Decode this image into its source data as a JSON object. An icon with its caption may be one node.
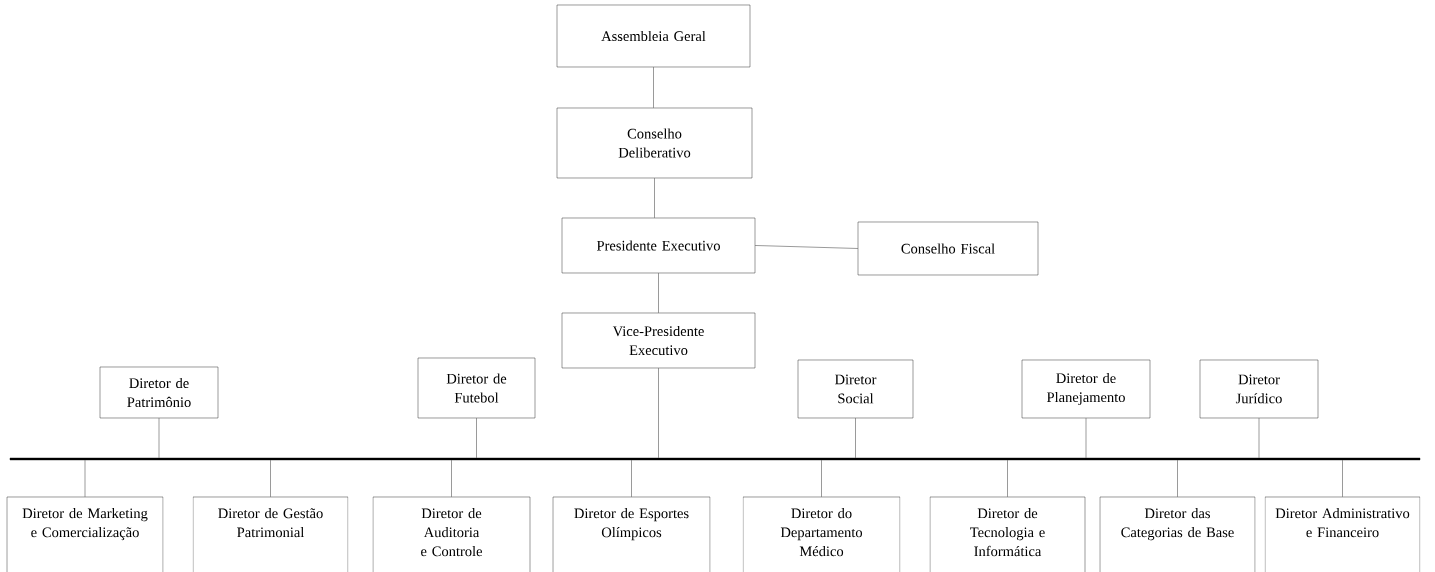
{
  "diagram": {
    "nodes": [
      {
        "text": [
          "Assembleia Geral"
        ]
      },
      {
        "text": [
          "Conselho Deliberativo"
        ]
      },
      {
        "text": [
          "Presidente Executivo"
        ]
      },
      {
        "text": [
          "Conselho Fiscal"
        ]
      },
      {
        "text": [
          "Vice-Presidente Executivo"
        ]
      },
      {
        "text": [
          "Diretor de Patrimônio"
        ]
      },
      {
        "text": [
          "Diretor de Futebol"
        ]
      },
      {
        "text": [
          "Diretor Social"
        ]
      },
      {
        "text": [
          "Diretor de Planejamento"
        ]
      },
      {
        "text": [
          "Diretor Jurídico"
        ]
      },
      {
        "text": [],
        "shape": "bar"
      },
      {
        "text": [
          "Diretor de Marketing e Comercialização"
        ]
      },
      {
        "text": [
          "Diretor de Gestão Patrimonial"
        ]
      },
      {
        "text": [
          "Diretor de Auditoria e Controle"
        ]
      },
      {
        "text": [
          "Diretor de Esportes Olímpicos"
        ]
      },
      {
        "text": [
          "Diretor do Departamento Médico"
        ]
      },
      {
        "text": [
          "Diretor de Tecnologia e Informática"
        ]
      },
      {
        "text": [
          "Diretor das Categorias de Base"
        ]
      },
      {
        "text": [
          "Diretor Administrativo e Financeiro"
        ]
      }
    ],
    "edges": [
      {
        "from": 0,
        "to": 1,
        "arrow": "none"
      },
      {
        "from": 1,
        "to": 2,
        "arrow": "none"
      },
      {
        "from": 2,
        "to": 3,
        "arrow": "none"
      },
      {
        "from": 2,
        "to": 4,
        "arrow": "none"
      },
      {
        "from": 4,
        "to": 10,
        "arrow": "none"
      },
      {
        "from": 5,
        "to": 10,
        "arrow": "none"
      },
      {
        "from": 6,
        "to": 10,
        "arrow": "none"
      },
      {
        "from": 7,
        "to": 10,
        "arrow": "none"
      },
      {
        "from": 8,
        "to": 10,
        "arrow": "none"
      },
      {
        "from": 9,
        "to": 10,
        "arrow": "none"
      },
      {
        "from": 10,
        "to": 11,
        "arrow": "none"
      },
      {
        "from": 10,
        "to": 12,
        "arrow": "none"
      },
      {
        "from": 10,
        "to": 13,
        "arrow": "none"
      },
      {
        "from": 10,
        "to": 14,
        "arrow": "none"
      },
      {
        "from": 10,
        "to": 15,
        "arrow": "none"
      },
      {
        "from": 10,
        "to": 16,
        "arrow": "none"
      },
      {
        "from": 10,
        "to": 17,
        "arrow": "none"
      },
      {
        "from": 10,
        "to": 18,
        "arrow": "none"
      }
    ]
  }
}
